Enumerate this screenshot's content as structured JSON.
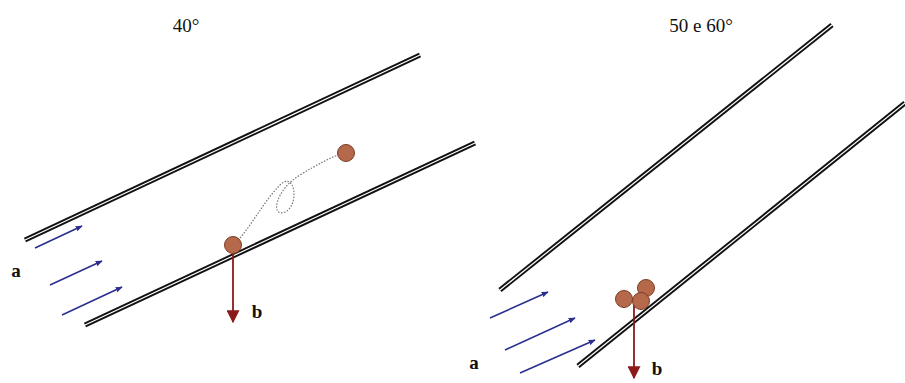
{
  "diagram": {
    "labels": [
      "40°",
      "a",
      "b",
      "50 e 60°",
      "a",
      "b"
    ]
  }
}
